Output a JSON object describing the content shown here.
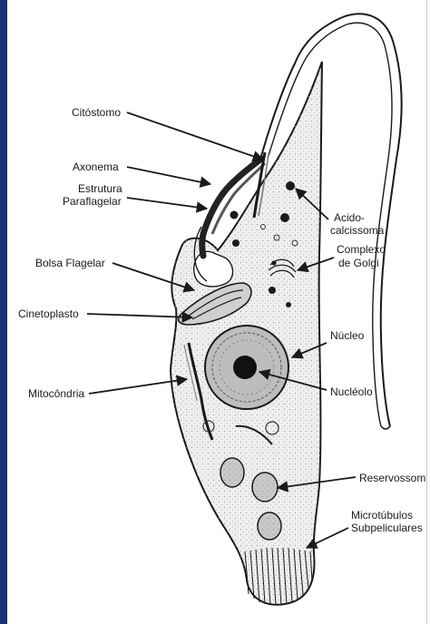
{
  "labels": {
    "citostomo": "Citóstomo",
    "axonema": "Axonema",
    "estrutura_1": "Estrutura",
    "estrutura_2": "Paraflagelar",
    "bolsa": "Bolsa Flagelar",
    "cinetoplasto": "Cinetoplasto",
    "mitocondria": "Mitocôndria",
    "acido_1": "Acido-",
    "acido_2": "calcissoma",
    "golgi_1": "Complexo",
    "golgi_2": "de Golgi",
    "nucleo": "Núcleo",
    "nucleolo": "Nucléolo",
    "reservossomo": "Reservossom",
    "micro_1": "Microtúbulos",
    "micro_2": "Subpeliculares"
  },
  "colors": {
    "border": "#1b2f73",
    "ink": "#1a1a1a",
    "cell_fill": "#eeeeee"
  }
}
